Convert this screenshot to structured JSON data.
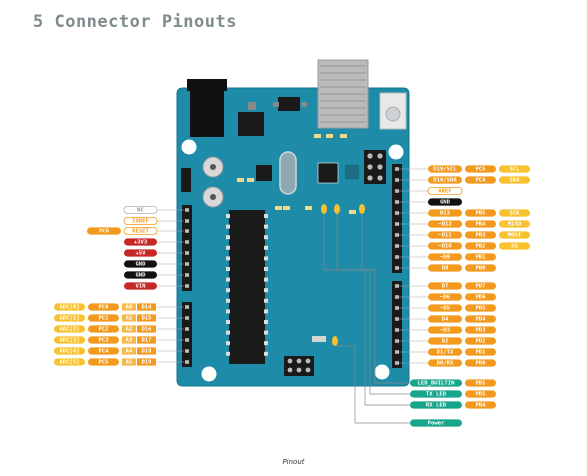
{
  "title": "5 Connector Pinouts",
  "caption": "Pinout",
  "colors": {
    "board": "#1e8ba8",
    "board_edge": "#17748c",
    "orange": "#f39a1e",
    "orange_light": "#f7b84a",
    "red": "#c62828",
    "black": "#111111",
    "teal": "#17a58c",
    "yellow": "#f8c12d",
    "outline": "#f39a1e",
    "power_bg": "#e7663c"
  },
  "icons": [
    "pin-header",
    "usb-connector",
    "power-jack",
    "reset-button",
    "microcontroller-chip"
  ],
  "left_power_pins": [
    {
      "label": "NC",
      "style": "outline-gray"
    },
    {
      "label": "IOREF",
      "style": "outline-orange"
    },
    {
      "label": "RESET",
      "style": "outline-orange",
      "extra": "PC6"
    },
    {
      "label": "+3V3",
      "style": "red"
    },
    {
      "label": "+5V",
      "style": "red"
    },
    {
      "label": "GND",
      "style": "black"
    },
    {
      "label": "GND",
      "style": "black"
    },
    {
      "label": "VIN",
      "style": "red"
    }
  ],
  "left_analog_pins": [
    {
      "adc": "ADC[0]",
      "port": "PC0",
      "a": "A0",
      "d": "D14"
    },
    {
      "adc": "ADC[1]",
      "port": "PC1",
      "a": "A1",
      "d": "D15"
    },
    {
      "adc": "ADC[2]",
      "port": "PC2",
      "a": "A2",
      "d": "D16"
    },
    {
      "adc": "ADC[3]",
      "port": "PC3",
      "a": "A3",
      "d": "D17"
    },
    {
      "adc": "ADC[4]",
      "port": "PC4",
      "a": "A4",
      "d": "D18"
    },
    {
      "adc": "ADC[5]",
      "port": "PC5",
      "a": "A5",
      "d": "D19"
    }
  ],
  "right_top_pins": [
    {
      "label": "D19/SCL",
      "port": "PC5",
      "func": "SCL",
      "style": "orange"
    },
    {
      "label": "D18/SDA",
      "port": "PC4",
      "func": "SDA",
      "style": "orange"
    },
    {
      "label": "AREF",
      "port": "",
      "func": "",
      "style": "outline"
    },
    {
      "label": "GND",
      "port": "",
      "func": "",
      "style": "black"
    },
    {
      "label": "D13",
      "port": "PB5",
      "func": "SCK",
      "style": "orange"
    },
    {
      "label": "~D12",
      "port": "PB4",
      "func": "MISO",
      "style": "orange"
    },
    {
      "label": "~D11",
      "port": "PB3",
      "func": "MOSI",
      "style": "orange"
    },
    {
      "label": "~D10",
      "port": "PB2",
      "func": "SS",
      "style": "orange"
    },
    {
      "label": "~D9",
      "port": "PB1",
      "func": "",
      "style": "orange"
    },
    {
      "label": "D8",
      "port": "PB0",
      "func": "",
      "style": "orange"
    }
  ],
  "right_bottom_pins": [
    {
      "label": "D7",
      "port": "PD7"
    },
    {
      "label": "~D6",
      "port": "PD6"
    },
    {
      "label": "~D5",
      "port": "PD5"
    },
    {
      "label": "D4",
      "port": "PD4"
    },
    {
      "label": "~D3",
      "port": "PD3"
    },
    {
      "label": "D2",
      "port": "PD2"
    },
    {
      "label": "D1/TX",
      "port": "PD1"
    },
    {
      "label": "D0/RX",
      "port": "PD0"
    }
  ],
  "leds": [
    {
      "label": "LED_BUILTIN",
      "port": "PB5"
    },
    {
      "label": "TX LED",
      "port": "PD5"
    },
    {
      "label": "RX LED",
      "port": "PB4"
    },
    {
      "label": "Power",
      "port": ""
    }
  ]
}
